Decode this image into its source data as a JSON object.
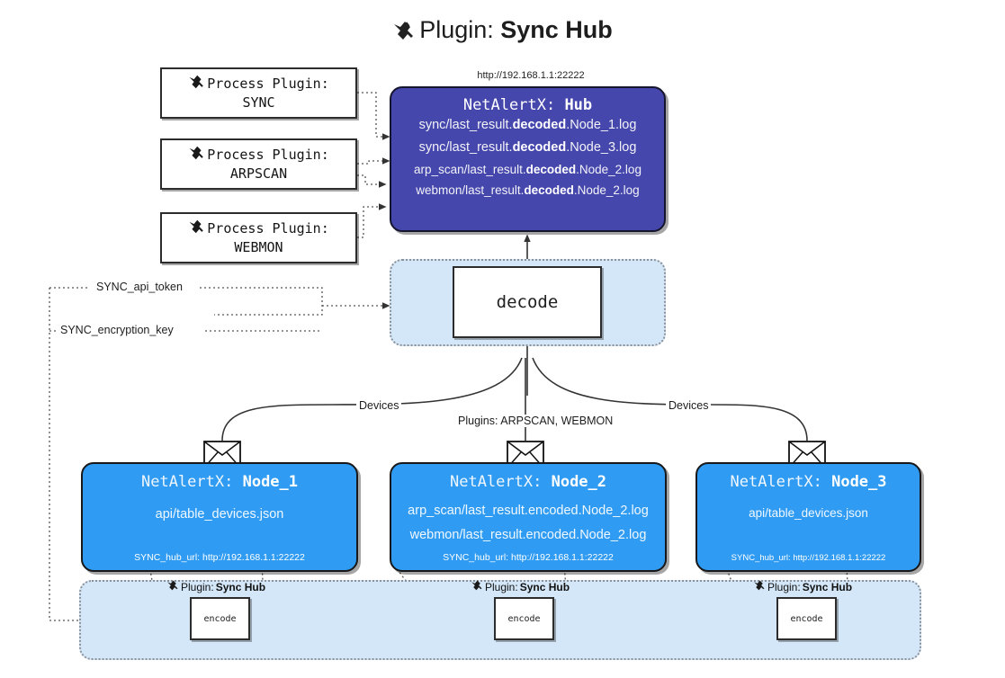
{
  "title": {
    "icon": "plug-icon",
    "prefix": "Plugin:",
    "name": "Sync Hub"
  },
  "process_plugins": [
    {
      "icon": "plug-icon",
      "header": "Process Plugin:",
      "name": "SYNC"
    },
    {
      "icon": "plug-icon",
      "header": "Process Plugin:",
      "name": "ARPSCAN"
    },
    {
      "icon": "plug-icon",
      "header": "Process Plugin:",
      "name": "WEBMON"
    }
  ],
  "hub": {
    "url": "http://192.168.1.1:22222",
    "title_prefix": "NetAlertX:",
    "title_name": "Hub",
    "lines": [
      {
        "pre": "sync/last_result.",
        "bold": "decoded",
        "post": ".Node_1.log"
      },
      {
        "pre": "sync/last_result.",
        "bold": "decoded",
        "post": ".Node_3.log"
      },
      {
        "pre": "arp_scan/last_result.",
        "bold": "decoded",
        "post": ".Node_2.log"
      },
      {
        "pre": "webmon/last_result.",
        "bold": "decoded",
        "post": ".Node_2.log"
      }
    ]
  },
  "decode": {
    "label": "decode"
  },
  "config_labels": {
    "api_token": "SYNC_api_token",
    "encryption_key": "SYNC_encryption_key"
  },
  "edge_labels": {
    "devices_left": "Devices",
    "devices_right": "Devices",
    "plugins_center": "Plugins: ARPSCAN, WEBMON"
  },
  "nodes": [
    {
      "title_prefix": "NetAlertX:",
      "title_name": "Node_1",
      "lines": [
        "api/table_devices.json"
      ],
      "footer": "SYNC_hub_url: http://192.168.1.1:22222",
      "envelope_icon": "envelope-icon"
    },
    {
      "title_prefix": "NetAlertX:",
      "title_name": "Node_2",
      "lines": [
        "arp_scan/last_result.encoded.Node_2.log",
        "webmon/last_result.encoded.Node_2.log"
      ],
      "footer": "SYNC_hub_url: http://192.168.1.1:22222",
      "envelope_icon": "envelope-icon"
    },
    {
      "title_prefix": "NetAlertX:",
      "title_name": "Node_3",
      "lines": [
        "api/table_devices.json"
      ],
      "footer": "SYNC_hub_url: http://192.168.1.1:22222",
      "envelope_icon": "envelope-icon"
    }
  ],
  "encoders": [
    {
      "plugin_prefix": "Plugin:",
      "plugin_name": "Sync Hub",
      "label": "encode"
    },
    {
      "plugin_prefix": "Plugin:",
      "plugin_name": "Sync Hub",
      "label": "encode"
    },
    {
      "plugin_prefix": "Plugin:",
      "plugin_name": "Sync Hub",
      "label": "encode"
    }
  ],
  "colors": {
    "hub_fill": "#4547ad",
    "node_fill": "#2f9bf2",
    "zone_fill": "#d4e7f8",
    "box_stroke": "#2c2c2c",
    "background": "#ffffff"
  }
}
